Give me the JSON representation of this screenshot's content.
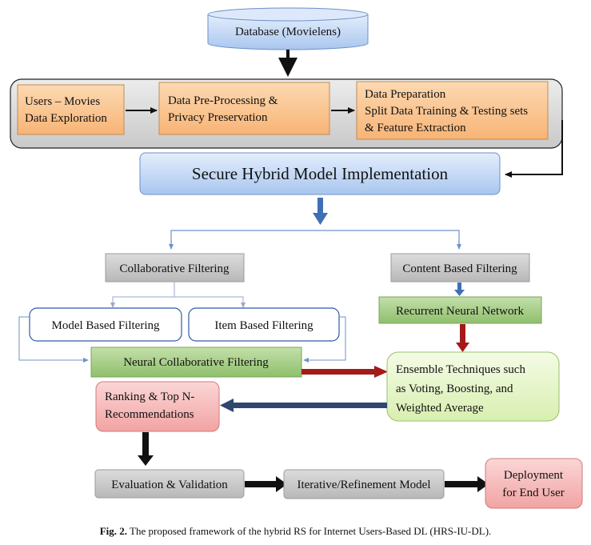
{
  "diagram": {
    "database": "Database (Movielens)",
    "group": {
      "users": [
        "Users – Movies",
        "Data Exploration"
      ],
      "preprocess": [
        "Data Pre-Processing &",
        "Privacy Preservation"
      ],
      "preparation": [
        "Data Preparation",
        "Split Data Training & Testing sets",
        "& Feature Extraction"
      ]
    },
    "secure": "Secure Hybrid Model Implementation",
    "collab": "Collaborative Filtering",
    "content": "Content Based Filtering",
    "model_based": "Model Based Filtering",
    "item_based": "Item Based Filtering",
    "rnn": "Recurrent Neural Network",
    "ncf": "Neural Collaborative Filtering",
    "ensemble": [
      "Ensemble Techniques such",
      "as Voting, Boosting, and",
      "Weighted Average"
    ],
    "ranking": [
      "Ranking & Top N-",
      "Recommendations"
    ],
    "evaluation": "Evaluation & Validation",
    "iterative": "Iterative/Refinement Model",
    "deployment": [
      "Deployment",
      "for End User"
    ]
  },
  "caption": {
    "label": "Fig. 2.",
    "text": "The proposed framework of the hybrid RS for Internet Users-Based DL (HRS-IU-DL)."
  },
  "colors": {
    "blue_fill": "#c9dcf7",
    "orange_fill": "#fbc896",
    "green_fill": "#a9cf8b",
    "gray_fill": "#c8c8c8",
    "pink_fill": "#f6b9b9",
    "light_green_fill": "#e7f6c9",
    "arrow_blue": "#3f6fb5",
    "arrow_red": "#a31a1a",
    "arrow_navy": "#2e4670"
  }
}
